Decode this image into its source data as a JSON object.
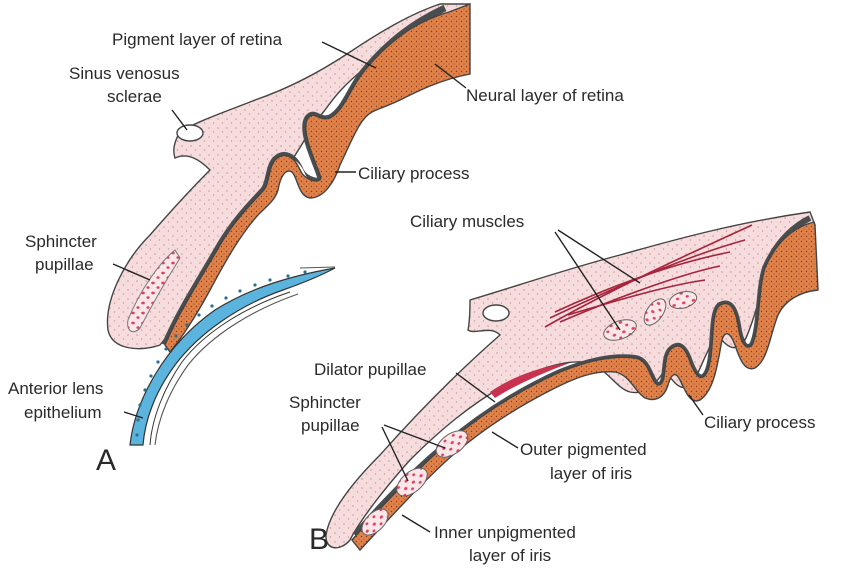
{
  "figure": {
    "panels": [
      {
        "letter": "A",
        "labels": {
          "pigment_layer": "Pigment layer of retina",
          "sinus_line1": "Sinus venosus",
          "sinus_line2": "sclerae",
          "neural_layer": "Neural layer of retina",
          "ciliary_process": "Ciliary process",
          "sphincter_line1": "Sphincter",
          "sphincter_line2": "pupillae",
          "lens_line1": "Anterior lens",
          "lens_line2": "epithelium"
        }
      },
      {
        "letter": "B",
        "labels": {
          "ciliary_muscles": "Ciliary muscles",
          "dilator": "Dilator pupillae",
          "sphincter_line1": "Sphincter",
          "sphincter_line2": "pupillae",
          "outer_line1": "Outer pigmented",
          "outer_line2": "layer of iris",
          "ciliary_process": "Ciliary process",
          "inner_line1": "Inner unpigmented",
          "inner_line2": "layer of iris"
        }
      }
    ],
    "colors": {
      "sclera": "#f6dcdc",
      "stipple": "#c99a9a",
      "pigment": "#4a4d4f",
      "neural": "#e0824a",
      "neural_dot": "#8a3a14",
      "lens": "#5bb4dd",
      "muscle_cells": "#e0405a",
      "muscle_fibers": "#a8233c"
    }
  }
}
